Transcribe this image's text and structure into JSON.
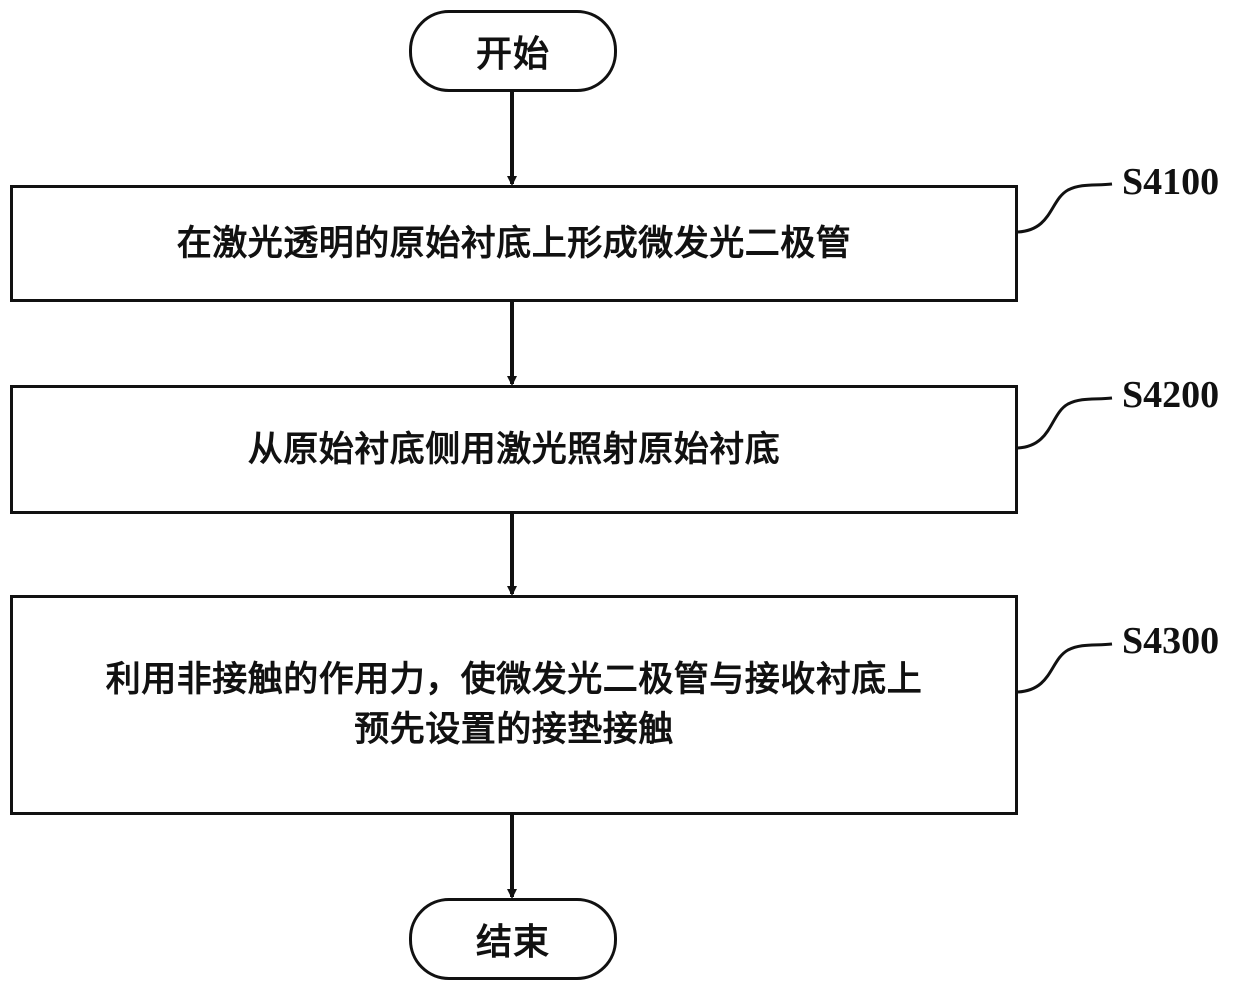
{
  "flowchart": {
    "start": "开始",
    "end": "结束",
    "steps": [
      {
        "label": "S4100",
        "text_lines": [
          "在激光透明的原始衬底上形成微发光二极管"
        ]
      },
      {
        "label": "S4200",
        "text_lines": [
          "从原始衬底侧用激光照射原始衬底"
        ]
      },
      {
        "label": "S4300",
        "text_lines": [
          "利用非接触的作用力，使微发光二极管与接收衬底上",
          "预先设置的接垫接触"
        ]
      }
    ]
  }
}
